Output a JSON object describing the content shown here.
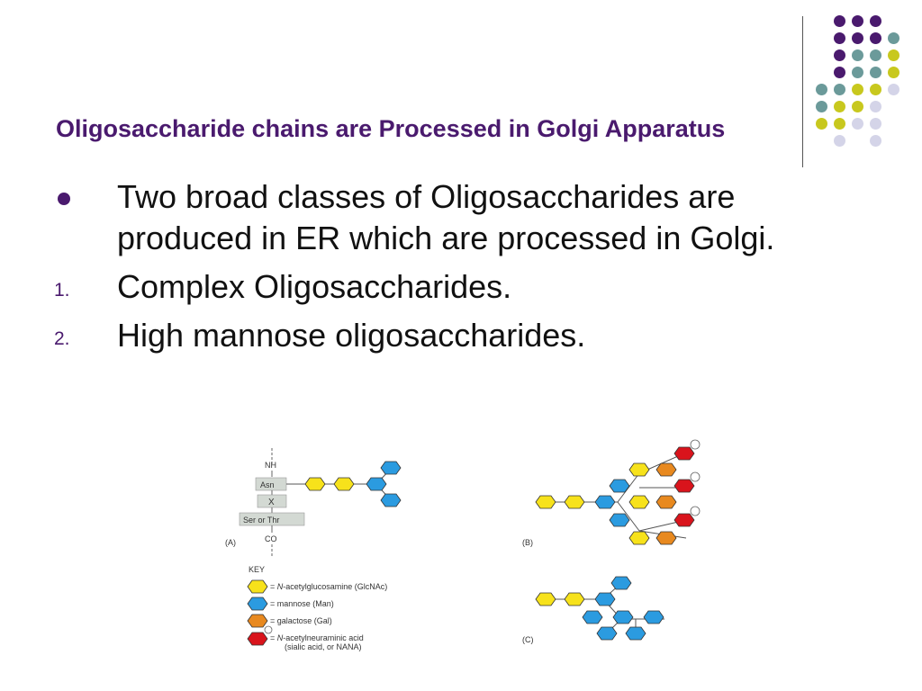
{
  "slide": {
    "title": "Oligosaccharide chains are Processed in Golgi Apparatus",
    "bullets": [
      {
        "marker": "",
        "text": "Two broad classes of Oligosaccharides are produced in ER which are processed in Golgi."
      },
      {
        "marker": "1.",
        "text": "Complex Oligosaccharides."
      },
      {
        "marker": "2.",
        "text": "High mannose oligosaccharides."
      }
    ]
  },
  "theme": {
    "purple": "#4a1a6e",
    "teal": "#6b9a9a",
    "yellow": "#c8c81e",
    "lavender": "#d4d4e8"
  },
  "figure": {
    "labels": {
      "nh": "NH",
      "asn": "Asn",
      "x": "X",
      "ser_thr": "Ser or Thr",
      "co": "CO",
      "panel_a": "(A)",
      "panel_b": "(B)",
      "panel_c": "(C)",
      "minus": "−"
    },
    "key": {
      "title": "KEY",
      "glcnac_pre": "= ",
      "glcnac_italic": "N",
      "glcnac_rest": "-acetylglucosamine (GlcNAc)",
      "mannose": "= mannose (Man)",
      "galactose": "= galactose (Gal)",
      "nana_pre": "= ",
      "nana_italic": "N",
      "nana_rest": "-acetylneuraminic acid",
      "nana_line2": "(sialic acid, or NANA)"
    },
    "colors": {
      "glcnac": "#f7e21b",
      "mannose": "#2b9be0",
      "galactose": "#e8891f",
      "nana": "#d9141c",
      "box": "#d3d9d3"
    }
  }
}
